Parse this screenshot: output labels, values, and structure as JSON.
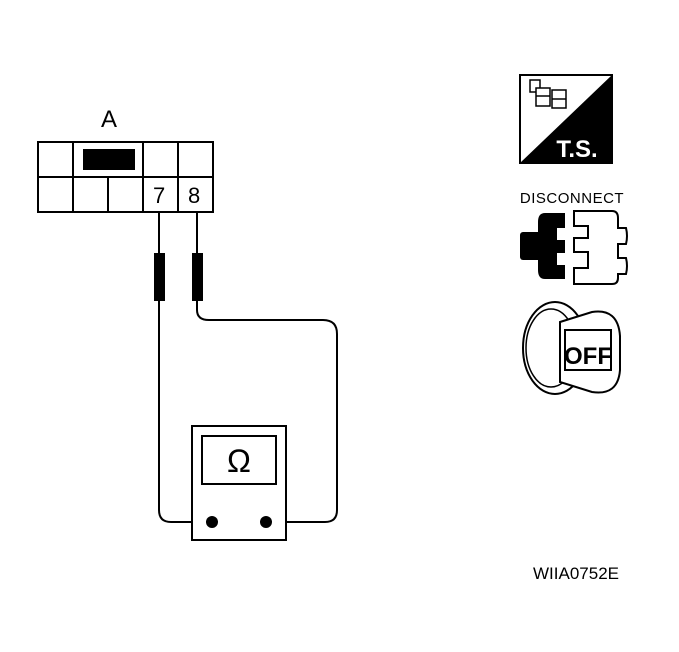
{
  "connector": {
    "label": "A",
    "pin_left": "7",
    "pin_right": "8"
  },
  "meter": {
    "symbol": "Ω"
  },
  "icons": {
    "ts_label": "T.S.",
    "disconnect_label": "DISCONNECT",
    "off_label": "OFF"
  },
  "figure_id": "WIIA0752E",
  "colors": {
    "ink": "#000000",
    "paper": "#ffffff"
  }
}
